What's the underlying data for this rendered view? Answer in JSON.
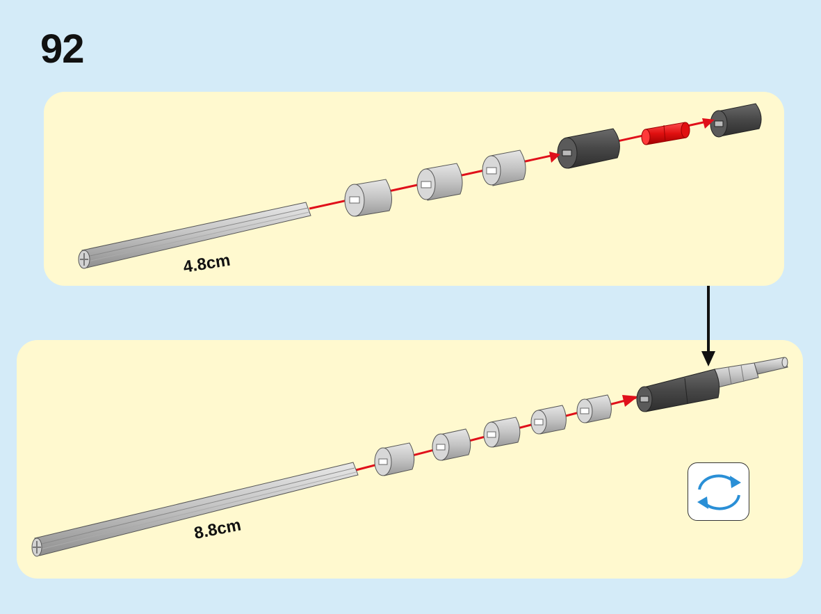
{
  "step": {
    "number": "92"
  },
  "top_panel": {
    "axle_label": "4.8cm"
  },
  "bottom_panel": {
    "axle_label": "8.8cm"
  },
  "rotate_button": {
    "icon": "rotate-icon"
  },
  "colors": {
    "background": "#d4ebf8",
    "panel": "#fff9cf",
    "guide_line": "#e0101a",
    "light_gray": "#c9c9c9",
    "dark_gray": "#4a4a4a",
    "red_part": "#e81414",
    "rotate_icon": "#2a8fd6"
  }
}
